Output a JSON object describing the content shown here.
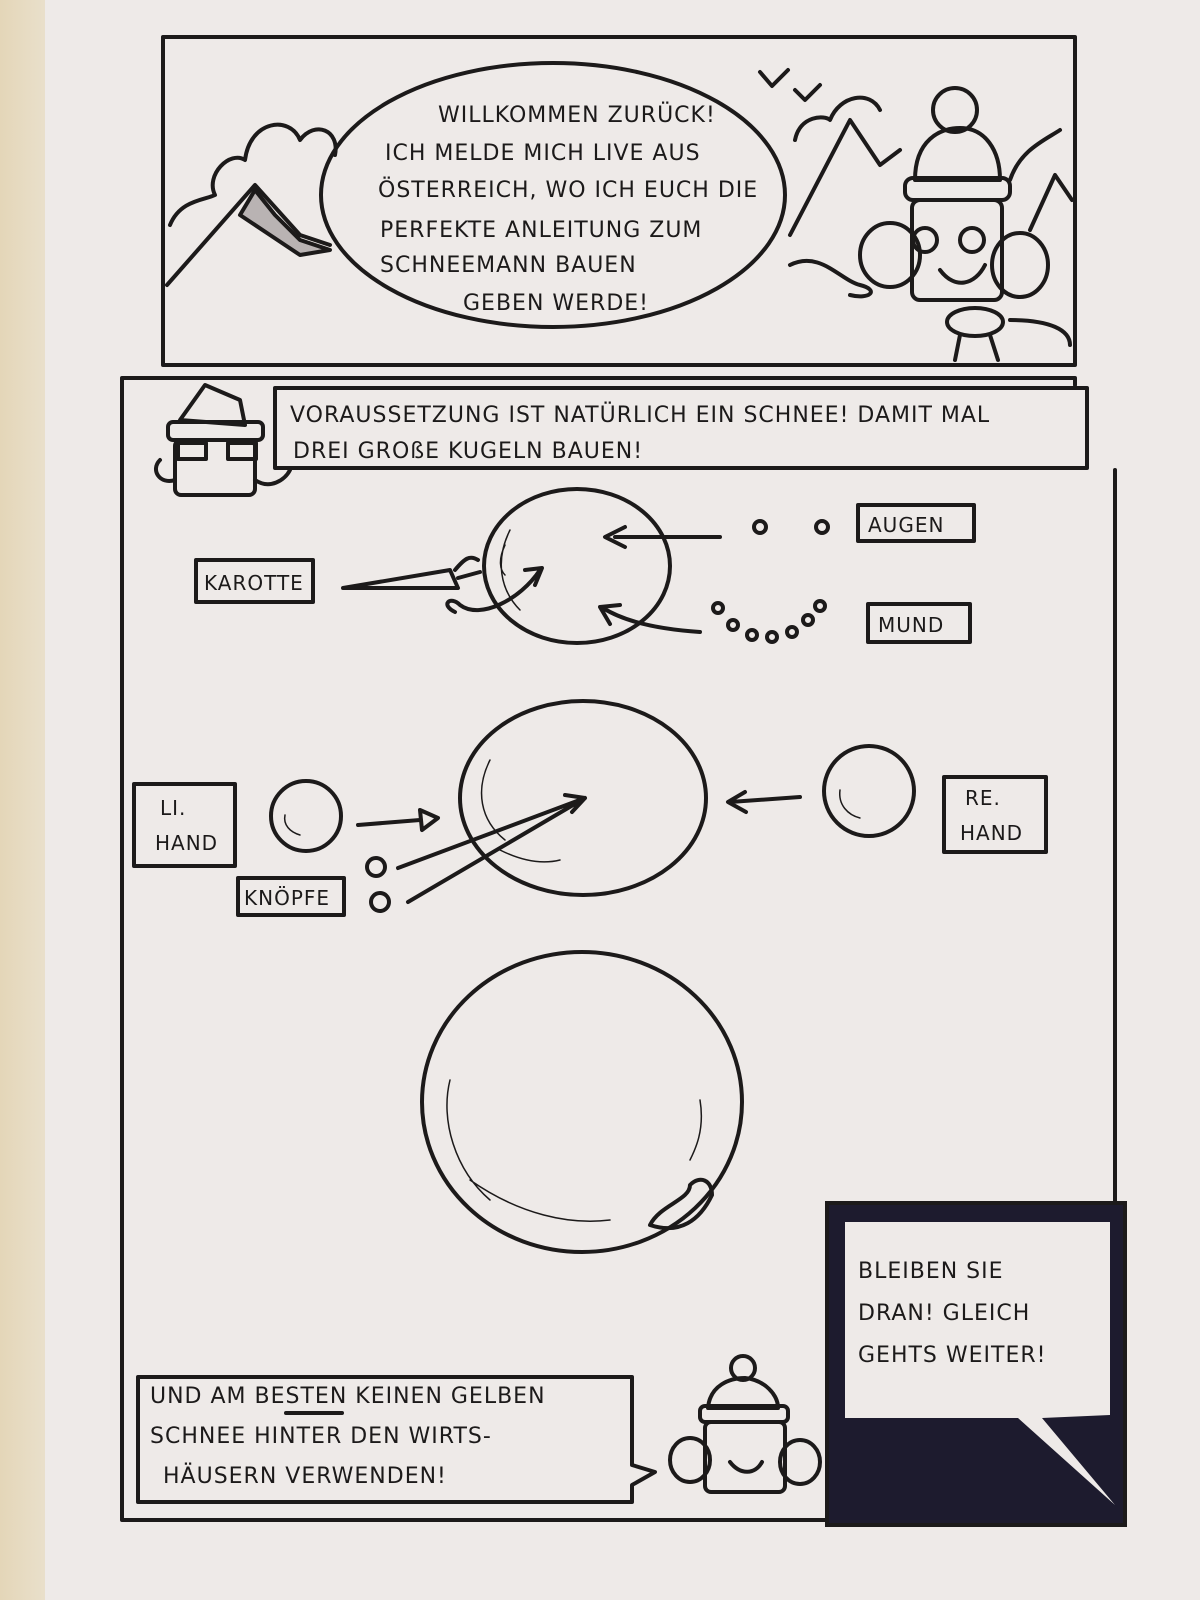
{
  "panel1": {
    "speech_lines": [
      "WILLKOMMEN ZURÜCK!",
      "ICH MELDE MICH LIVE AUS",
      "ÖSTERREICH, WO ICH EUCH DIE",
      "PERFEKTE ANLEITUNG ZUM",
      "SCHNEEMANN BAUEN",
      "GEBEN WERDE!"
    ]
  },
  "panel2": {
    "caption_lines": [
      "VORAUSSETZUNG IST NATÜRLICH EIN SCHNEE! DAMIT MAL",
      "DREI GROßE KUGELN BAUEN!"
    ],
    "labels": {
      "augen": "AUGEN",
      "karotte": "KAROTTE",
      "mund": "MUND",
      "li_hand": [
        "LI.",
        "HAND"
      ],
      "re_hand": [
        "RE.",
        "HAND"
      ],
      "knoepfe": "KNÖPFE"
    },
    "bottom_caption_lines": [
      "UND AM BESTEN KEINEN GELBEN",
      "SCHNEE HINTER DEN WIRTS-",
      "HÄUSERN VERWENDEN!"
    ]
  },
  "panel3": {
    "speech_lines": [
      "BLEIBEN SIE",
      "DRAN! GLEICH",
      "GEHTS WEITER!"
    ]
  },
  "colors": {
    "ink": "#1c1a1a",
    "paper": "#eeeae8",
    "panel_dark": "#1d1b2e"
  }
}
